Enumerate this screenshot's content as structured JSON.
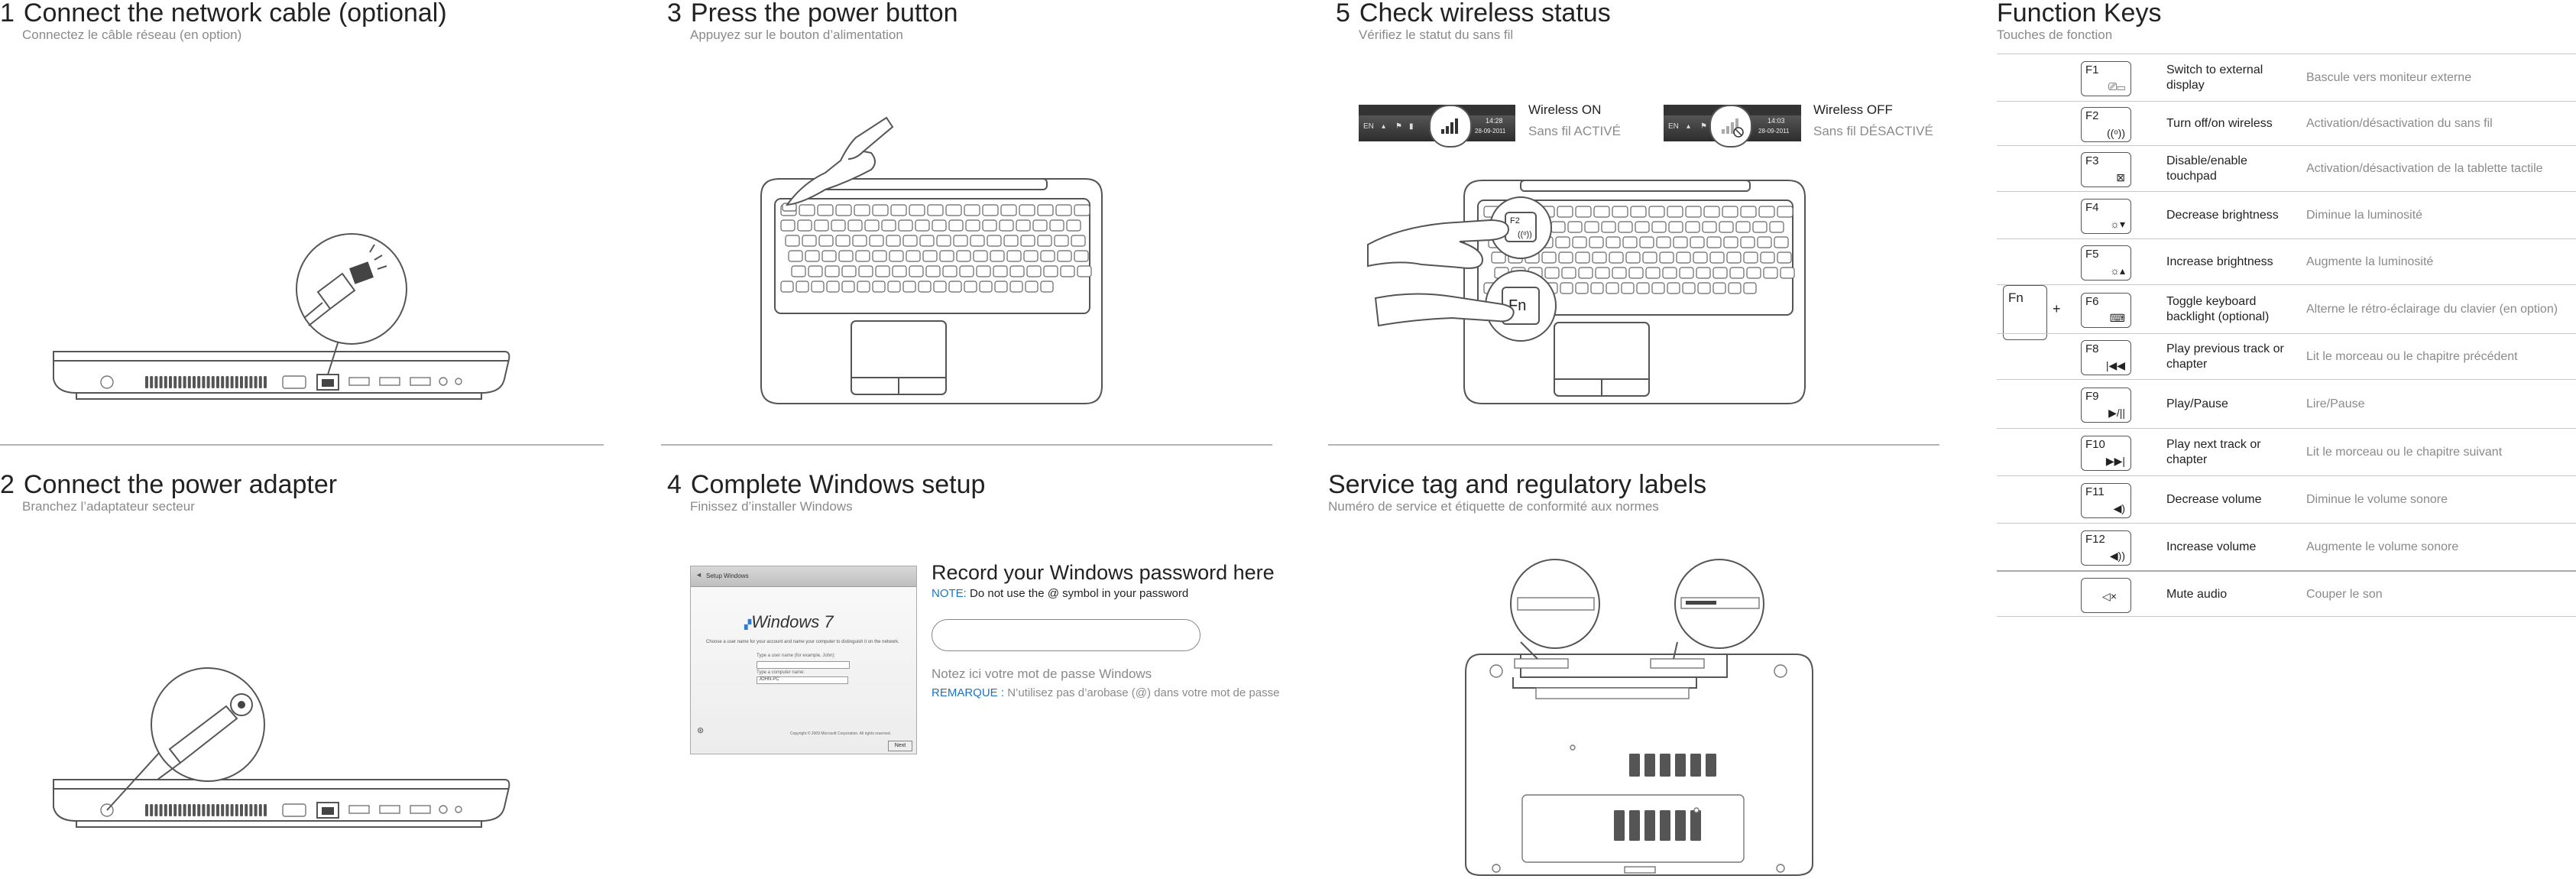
{
  "sections": {
    "s1": {
      "num": "1",
      "title": "Connect the network cable (optional)",
      "subtitle": "Connectez le câble réseau (en option)"
    },
    "s2": {
      "num": "2",
      "title": "Connect the power adapter",
      "subtitle": "Branchez l’adaptateur secteur"
    },
    "s3": {
      "num": "3",
      "title": "Press the power button",
      "subtitle": "Appuyez sur le bouton d’alimentation"
    },
    "s4": {
      "num": "4",
      "title": "Complete Windows setup",
      "subtitle": "Finissez d’installer Windows"
    },
    "s5": {
      "num": "5",
      "title": "Check wireless status",
      "subtitle": "Vérifiez le statut du sans fil"
    },
    "service": {
      "title": "Service tag and regulatory labels",
      "subtitle": "Numéro de service et étiquette de conformité aux normes"
    },
    "fkeys": {
      "title": "Function Keys",
      "subtitle": "Touches de fonction"
    }
  },
  "wireless": {
    "on": {
      "label": "Wireless ON",
      "label_fr": "Sans fil ACTIVÉ",
      "lang": "EN",
      "time": "14:28",
      "date": "28-09-2011"
    },
    "off": {
      "label": "Wireless OFF",
      "label_fr": "Sans fil DÉSACTIVÉ",
      "lang": "EN",
      "time": "14:03",
      "date": "28-09-2011"
    }
  },
  "windows_setup": {
    "window_title": "Setup Windows",
    "logo_text": "Windows 7",
    "prompt": "Choose a user name for your account and name your computer to distinguish it on the network.",
    "user_label": "Type a user name (for example, John):",
    "computer_label": "Type a computer name:",
    "computer_value": "JOHN-PC",
    "copyright": "Copyright © 2009 Microsoft Corporation.  All rights reserved.",
    "next": "Next"
  },
  "password": {
    "heading": "Record your Windows password here",
    "note_label": "NOTE:",
    "note_text": "Do not use the @ symbol in your password",
    "heading_fr": "Notez ici votre mot de passe Windows",
    "note_label_fr": "REMARQUE :",
    "note_text_fr": "N’utilisez pas d’arobase (@) dans votre mot de passe"
  },
  "fn_key": {
    "label": "Fn",
    "plus": "+"
  },
  "function_keys": [
    {
      "key": "F1",
      "symbol": "⎚▭",
      "en": "Switch to external display",
      "fr": "Bascule vers moniteur externe"
    },
    {
      "key": "F2",
      "symbol": "((ᵒ))",
      "en": "Turn off/on wireless",
      "fr": "Activation/désactivation du sans fil"
    },
    {
      "key": "F3",
      "symbol": "⊠",
      "en": "Disable/enable touchpad",
      "fr": "Activation/désactivation de la tablette tactile"
    },
    {
      "key": "F4",
      "symbol": "☼▾",
      "en": "Decrease brightness",
      "fr": "Diminue la luminosité"
    },
    {
      "key": "F5",
      "symbol": "☼▴",
      "en": "Increase brightness",
      "fr": "Augmente la luminosité"
    },
    {
      "key": "F6",
      "symbol": "⌨",
      "en": "Toggle keyboard backlight (optional)",
      "fr": "Alterne le rétro-éclairage du clavier (en option)"
    },
    {
      "key": "F8",
      "symbol": "|◀◀",
      "en": "Play previous track or chapter",
      "fr": "Lit le morceau ou le chapitre précédent"
    },
    {
      "key": "F9",
      "symbol": "▶/||",
      "en": "Play/Pause",
      "fr": "Lire/Pause"
    },
    {
      "key": "F10",
      "symbol": "▶▶|",
      "en": "Play next track or chapter",
      "fr": "Lit le morceau ou le chapitre suivant"
    },
    {
      "key": "F11",
      "symbol": "◀)",
      "en": "Decrease volume",
      "fr": "Diminue le volume sonore"
    },
    {
      "key": "F12",
      "symbol": "◀))",
      "en": "Increase volume",
      "fr": "Augmente le volume sonore"
    },
    {
      "key": "",
      "symbol": "◁×",
      "en": "Mute audio",
      "fr": "Couper le son"
    }
  ],
  "colors": {
    "text": "#222222",
    "muted": "#8a8a8a",
    "accent": "#1a73c8",
    "rule": "#b4b4b4",
    "taskbar": "#3c3c3c"
  }
}
